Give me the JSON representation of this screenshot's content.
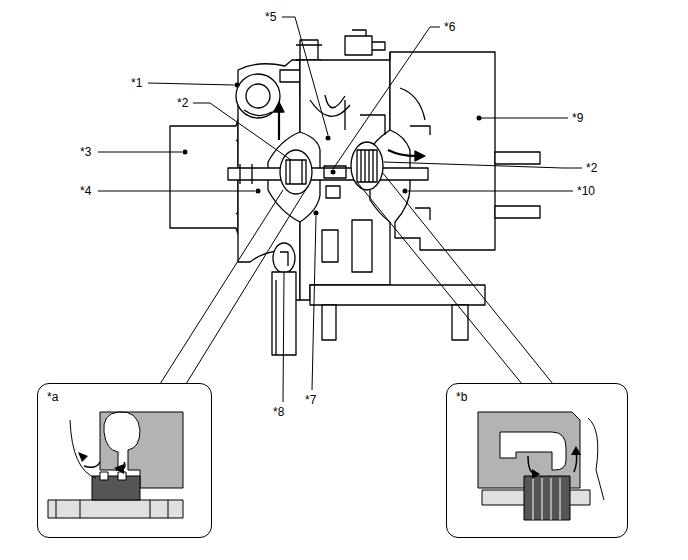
{
  "diagram": {
    "nodes": [
      {
        "text": [
          "*a"
        ]
      },
      {
        "text": [
          "*b"
        ]
      }
    ],
    "labels": [
      "*5",
      "*6",
      "*1",
      "*2",
      "*9",
      "*3",
      "*2",
      "*4",
      "*10",
      "*8",
      "*7"
    ]
  }
}
